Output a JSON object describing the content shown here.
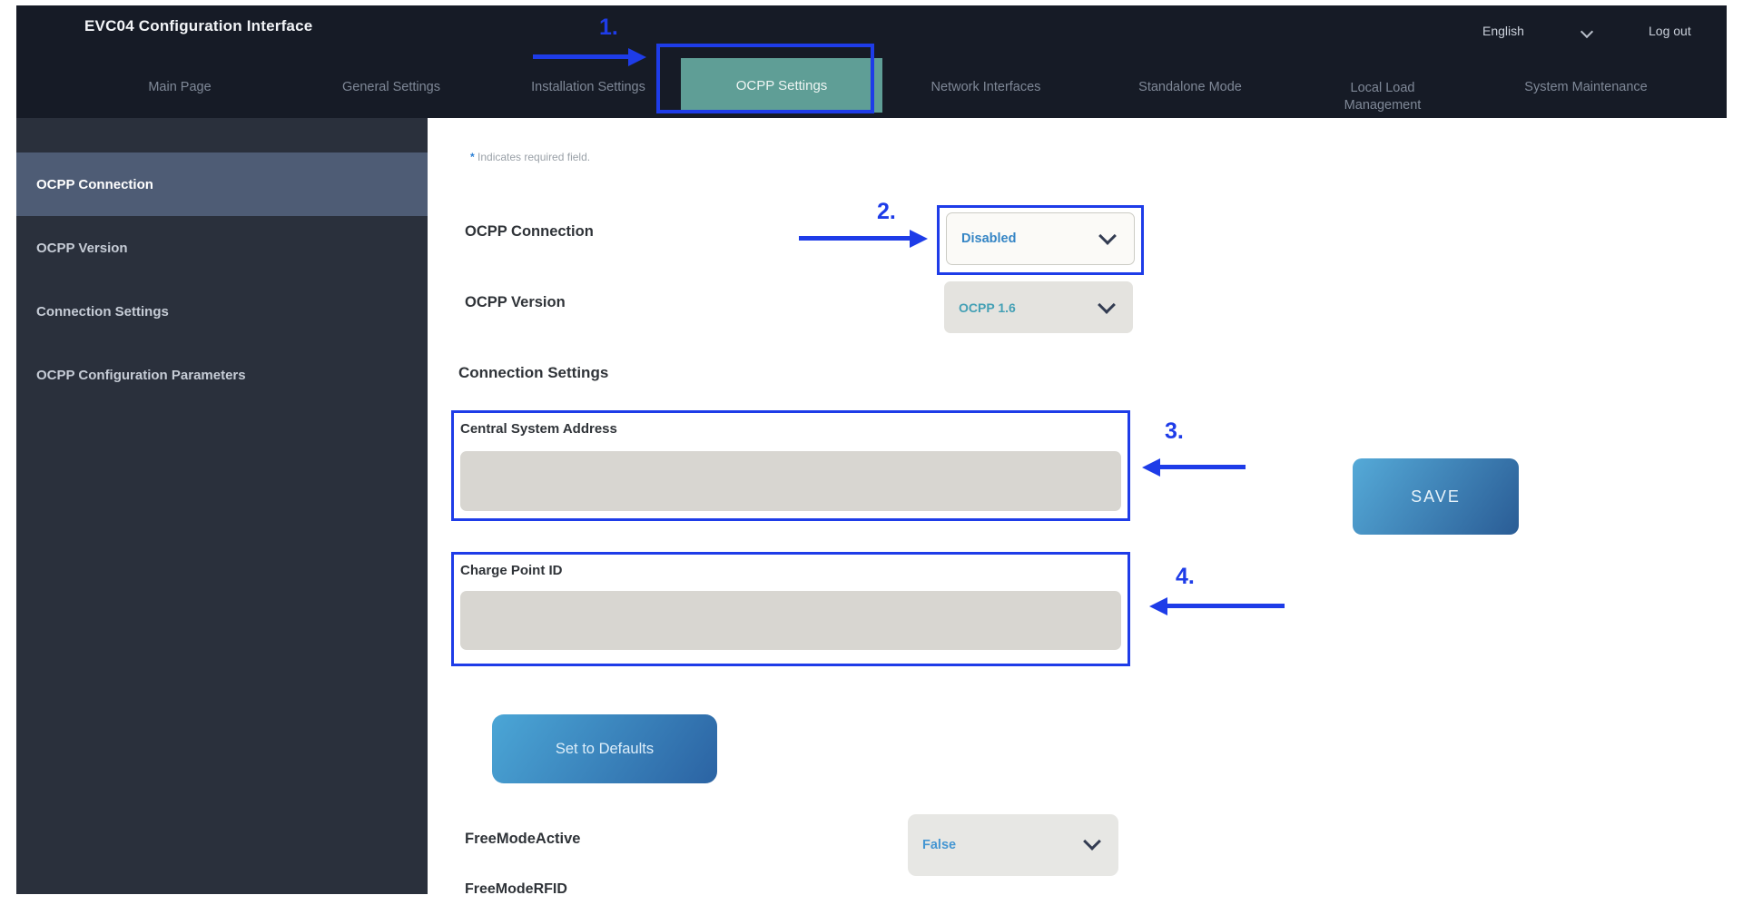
{
  "app": {
    "title": "EVC04 Configuration Interface",
    "language_selected": "English",
    "logout_label": "Log out"
  },
  "nav": {
    "active_tab": "OCPP Settings",
    "tabs": [
      {
        "label": "Main Page"
      },
      {
        "label": "General Settings"
      },
      {
        "label": "Installation Settings"
      },
      {
        "label": "OCPP Settings"
      },
      {
        "label": "Network Interfaces"
      },
      {
        "label": "Standalone Mode"
      },
      {
        "label": "Local Load Management"
      },
      {
        "label": "System Maintenance"
      }
    ]
  },
  "sidebar": {
    "active_item": "OCPP Connection",
    "items": [
      "OCPP Connection",
      "OCPP Version",
      "Connection Settings",
      "OCPP Configuration Parameters"
    ]
  },
  "main": {
    "required_note": {
      "asterisk": "*",
      "text": "Indicates required field."
    },
    "section_heading": "Connection Settings",
    "fields": {
      "ocpp_connection": {
        "label": "OCPP Connection",
        "value": "Disabled"
      },
      "ocpp_version": {
        "label": "OCPP Version",
        "value": "OCPP 1.6"
      },
      "central_system_address": {
        "label": "Central System Address",
        "value": ""
      },
      "charge_point_id": {
        "label": "Charge Point ID",
        "value": ""
      },
      "free_mode_active": {
        "label": "FreeModeActive",
        "value": "False"
      },
      "free_mode_rfid": {
        "label": "FreeModeRFID"
      }
    },
    "buttons": {
      "save": "SAVE",
      "set_to_defaults": "Set to Defaults"
    }
  },
  "annotations": {
    "color": "#1e3ce8",
    "steps": [
      {
        "num": "1.",
        "target": "OCPP Settings tab"
      },
      {
        "num": "2.",
        "target": "OCPP Connection dropdown"
      },
      {
        "num": "3.",
        "target": "Central System Address field"
      },
      {
        "num": "4.",
        "target": "Charge Point ID field"
      }
    ]
  },
  "colors": {
    "header_bg": "#161b26",
    "sidebar_bg": "#2a303c",
    "sidebar_active_bg": "#4e5c75",
    "active_tab_teal": "#5f9e96",
    "annotation_blue": "#1e3ce8",
    "value_blue": "#3585c5",
    "value_teal": "#44a0b5",
    "input_gray": "#d8d6d1",
    "save_gradient": [
      "#55aad8",
      "#2a5c95"
    ]
  }
}
